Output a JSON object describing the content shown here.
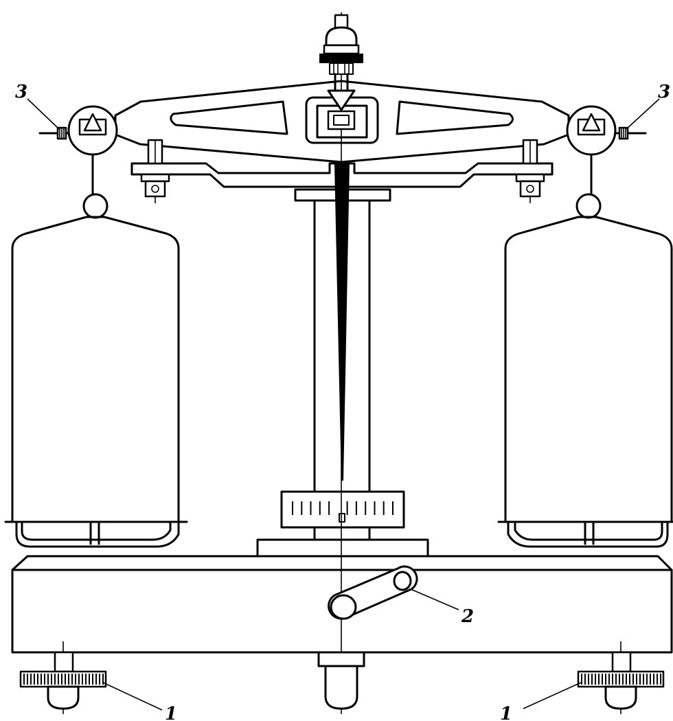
{
  "callouts": {
    "leveling_screw_left": "1",
    "leveling_screw_right": "1",
    "arrest_handle": "2",
    "balance_nut_left": "3",
    "balance_nut_right": "3"
  },
  "colors": {
    "stroke": "#000000",
    "background": "#ffffff"
  },
  "scale": {
    "tick_count": 12
  }
}
